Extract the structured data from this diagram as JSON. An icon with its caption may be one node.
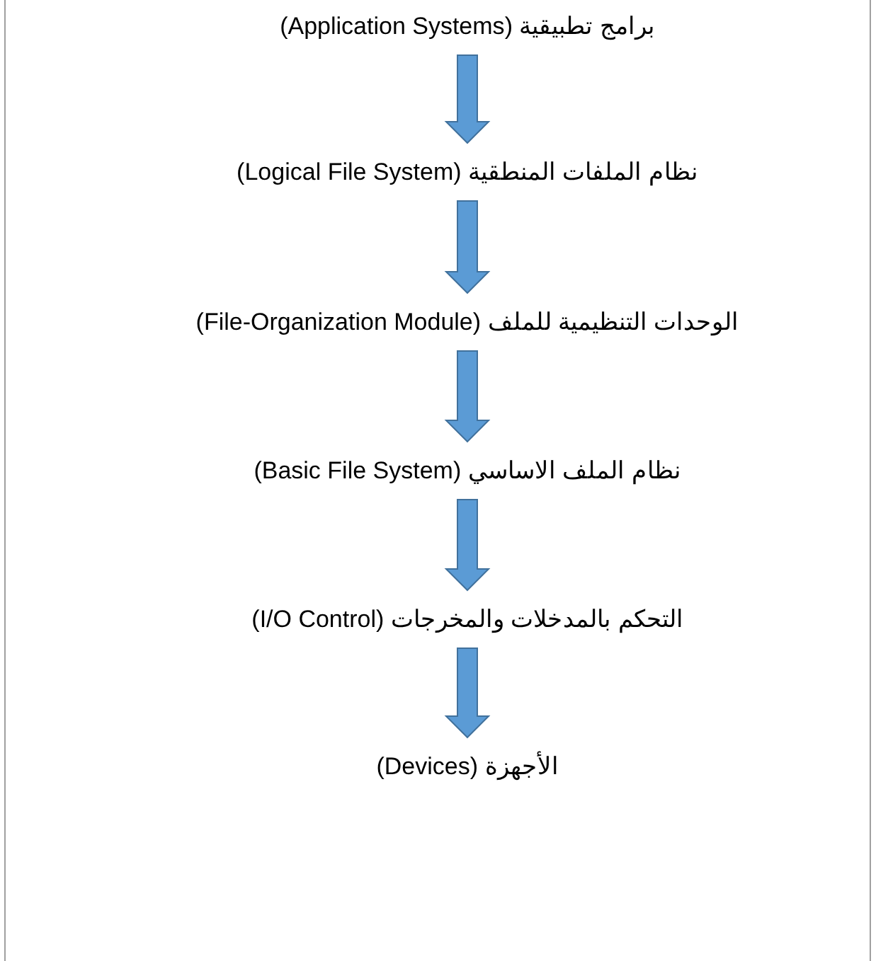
{
  "diagram": {
    "nodes": [
      {
        "text": [
          "برامج تطبيقية (Application Systems)"
        ]
      },
      {
        "text": [
          "نظام الملفات المنطقية (Logical File System)"
        ]
      },
      {
        "text": [
          "الوحدات التنظيمية للملف (File-Organization Module)"
        ]
      },
      {
        "text": [
          "نظام الملف الاساسي (Basic File System)"
        ]
      },
      {
        "text": [
          "التحكم بالمدخلات والمخرجات (I/O Control)"
        ]
      },
      {
        "text": [
          "الأجهزة (Devices)"
        ]
      }
    ],
    "edges": [
      {
        "from": 0,
        "to": 1,
        "arrow": "to"
      },
      {
        "from": 1,
        "to": 2,
        "arrow": "to"
      },
      {
        "from": 2,
        "to": 3,
        "arrow": "to"
      },
      {
        "from": 3,
        "to": 4,
        "arrow": "to"
      },
      {
        "from": 4,
        "to": 5,
        "arrow": "to"
      }
    ]
  }
}
